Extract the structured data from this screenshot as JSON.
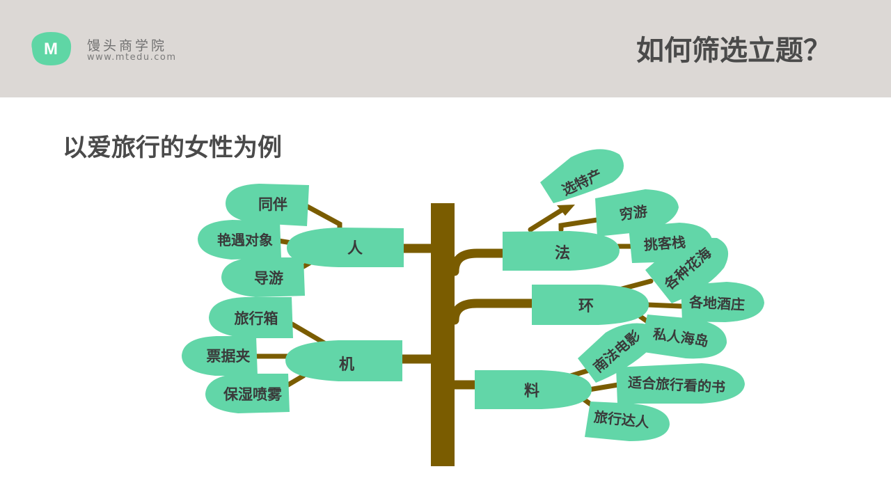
{
  "brand": {
    "name": "馒头商学院",
    "url": "www.mtedu.com",
    "logo_letter": "M",
    "logo_color": "#5fd6a5"
  },
  "header": {
    "title": "如何筛选立题？",
    "background": "#dcd8d5"
  },
  "subtitle": "以爱旅行的女性为例",
  "colors": {
    "trunk": "#7a5c00",
    "leaf": "#62d6a8",
    "text": "#3a3a3a"
  },
  "tree": {
    "branches": [
      {
        "label": "人",
        "leaves": [
          "同伴",
          "艳遇对象",
          "导游"
        ]
      },
      {
        "label": "机",
        "leaves": [
          "旅行箱",
          "票据夹",
          "保湿喷雾"
        ]
      },
      {
        "label": "法",
        "leaves": [
          "选特产",
          "穷游",
          "挑客栈"
        ]
      },
      {
        "label": "环",
        "leaves": [
          "各种花海",
          "各地酒庄",
          "私人海岛"
        ]
      },
      {
        "label": "料",
        "leaves": [
          "南法电影",
          "适合旅行看的书",
          "旅行达人"
        ]
      }
    ]
  }
}
